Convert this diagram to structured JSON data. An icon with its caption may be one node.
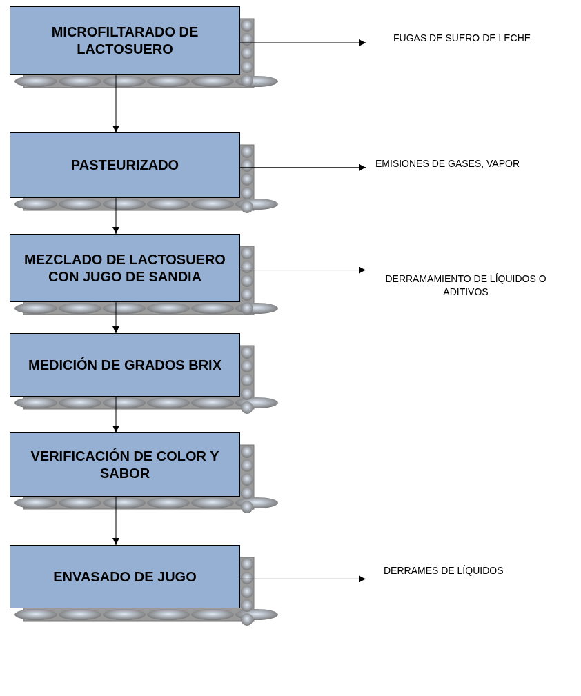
{
  "diagram": {
    "nodes": [
      {
        "text": [
          "MICROFILTARADO DE LACTOSUERO"
        ]
      },
      {
        "text": [
          "FUGAS DE SUERO DE LECHE"
        ]
      },
      {
        "text": [
          "PASTEURIZADO"
        ]
      },
      {
        "text": [
          "EMISIONES DE GASES, VAPOR"
        ]
      },
      {
        "text": [
          "MEZCLADO DE LACTOSUERO CON JUGO DE SANDIA"
        ]
      },
      {
        "text": [
          "DERRAMAMIENTO DE LÍQUIDOS O ADITIVOS"
        ]
      },
      {
        "text": [
          "MEDICIÓN DE GRADOS BRIX"
        ]
      },
      {
        "text": [
          "VERIFICACIÓN DE COLOR Y SABOR"
        ]
      },
      {
        "text": [
          "ENVASADO DE JUGO"
        ]
      },
      {
        "text": [
          "DERRAMES DE LÍQUIDOS"
        ]
      }
    ],
    "edges": [
      {
        "from": 0,
        "to": 2,
        "arrow": "to"
      },
      {
        "from": 2,
        "to": 4,
        "arrow": "to"
      },
      {
        "from": 4,
        "to": 6,
        "arrow": "to"
      },
      {
        "from": 6,
        "to": 7,
        "arrow": "to"
      },
      {
        "from": 7,
        "to": 8,
        "arrow": "to"
      },
      {
        "from": 0,
        "to": 1,
        "arrow": "to"
      },
      {
        "from": 2,
        "to": 3,
        "arrow": "to"
      },
      {
        "from": 4,
        "to": 5,
        "arrow": "to"
      },
      {
        "from": 8,
        "to": 9,
        "arrow": "to"
      }
    ]
  }
}
